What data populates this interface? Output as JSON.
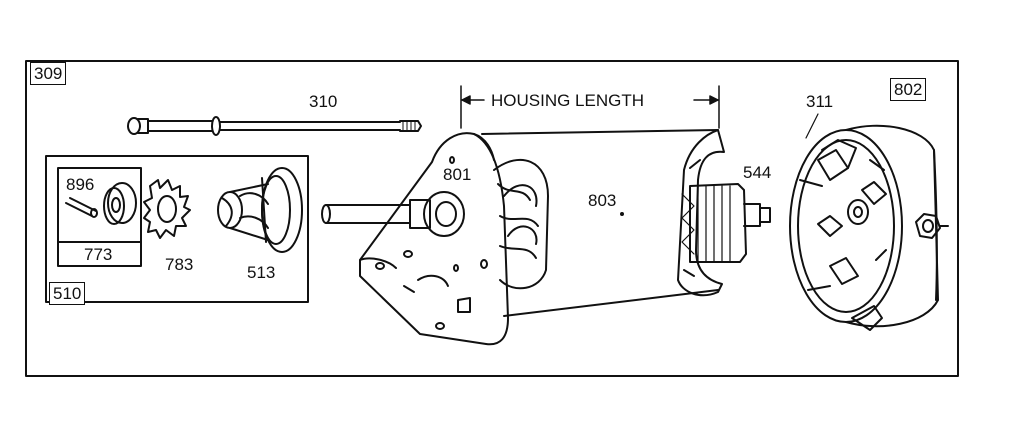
{
  "diagram": {
    "labels": {
      "assembly": "309",
      "through_bolt": "310",
      "housing_length": "HOUSING LENGTH",
      "drive_end_cap": "801",
      "armature": "803",
      "field_housing": "544",
      "brush": "311",
      "commutator_end_cap": "802",
      "pin": "896",
      "drive_kit_sub": "773",
      "pinion_gear": "783",
      "drive_assembly": "513",
      "drive_kit": "510"
    }
  }
}
